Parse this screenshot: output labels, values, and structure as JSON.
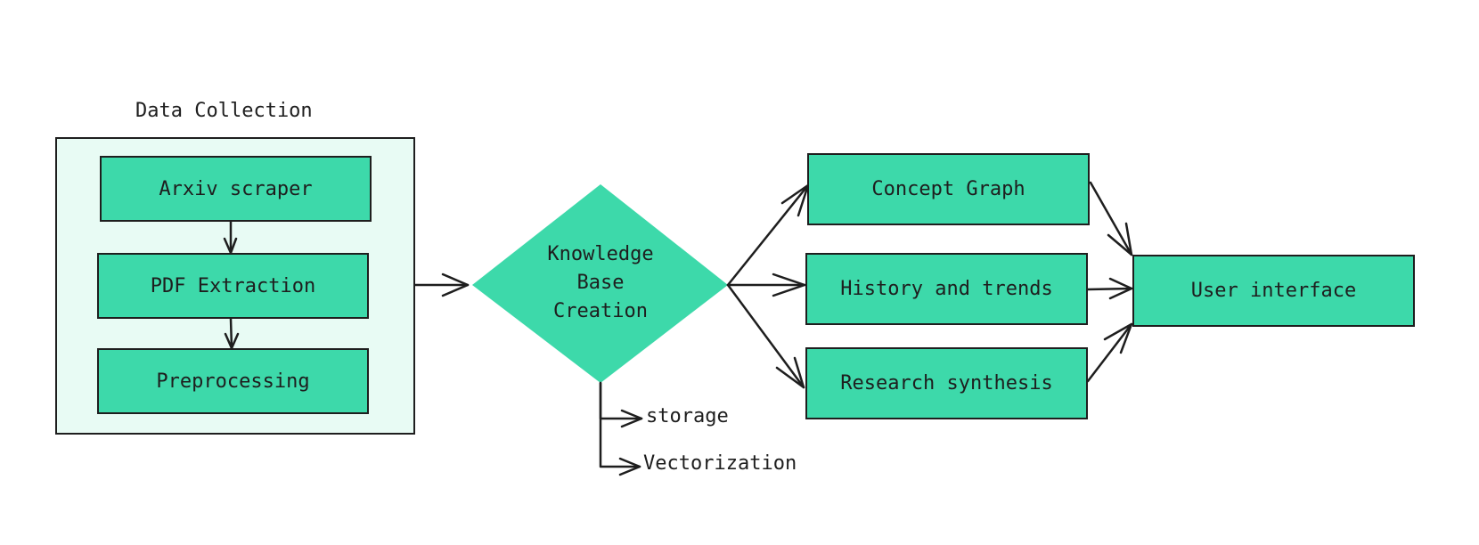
{
  "colors": {
    "node_fill": "#3dd9aa",
    "group_fill": "#e8fbf4",
    "stroke": "#1e1e1e",
    "background": "#ffffff"
  },
  "data_collection": {
    "title": "Data Collection",
    "steps": [
      {
        "label": "Arxiv scraper"
      },
      {
        "label": "PDF Extraction"
      },
      {
        "label": "Preprocessing"
      }
    ]
  },
  "knowledge_base": {
    "label_lines": [
      "Knowledge",
      "Base",
      "Creation"
    ],
    "sub_outputs": [
      {
        "label": "storage"
      },
      {
        "label": "Vectorization"
      }
    ]
  },
  "outputs": [
    {
      "label": "Concept Graph"
    },
    {
      "label": "History and trends"
    },
    {
      "label": "Research synthesis"
    }
  ],
  "user_interface": {
    "label": "User interface"
  }
}
